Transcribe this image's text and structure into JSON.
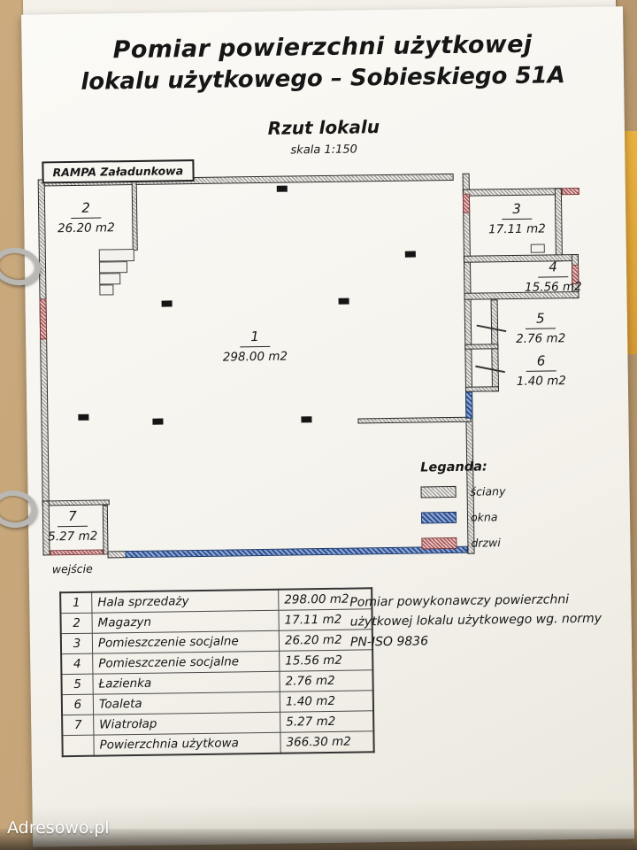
{
  "page": {
    "watermark": "Adresowo.pl"
  },
  "title": {
    "line1": "Pomiar powierzchni użytkowej",
    "line2": "lokalu użytkowego – Sobieskiego 51A"
  },
  "plan": {
    "heading": "Rzut lokalu",
    "scale": "skala 1:150",
    "ramp_label": "RAMPA Załadunkowa",
    "entrance_label": "wejście",
    "rooms": [
      {
        "num": "1",
        "area": "298.00 m2"
      },
      {
        "num": "2",
        "area": "26.20 m2"
      },
      {
        "num": "3",
        "area": "17.11 m2"
      },
      {
        "num": "4",
        "area": "15.56 m2"
      },
      {
        "num": "5",
        "area": "2.76 m2"
      },
      {
        "num": "6",
        "area": "1.40 m2"
      },
      {
        "num": "7",
        "area": "5.27 m2"
      }
    ]
  },
  "legend": {
    "title": "Leganda:",
    "items": [
      {
        "label": "ściany"
      },
      {
        "label": "okna"
      },
      {
        "label": "drzwi"
      }
    ]
  },
  "table": {
    "rows": [
      {
        "num": "1",
        "name": "Hala sprzedaży",
        "area": "298.00 m2"
      },
      {
        "num": "2",
        "name": "Magazyn",
        "area": "17.11 m2"
      },
      {
        "num": "3",
        "name": "Pomieszczenie socjalne",
        "area": "26.20 m2"
      },
      {
        "num": "4",
        "name": "Pomieszczenie socjalne",
        "area": "15.56 m2"
      },
      {
        "num": "5",
        "name": "Łazienka",
        "area": "2.76 m2"
      },
      {
        "num": "6",
        "name": "Toaleta",
        "area": "1.40 m2"
      },
      {
        "num": "7",
        "name": "Wiatrołap",
        "area": "5.27 m2"
      },
      {
        "num": "",
        "name": "Powierzchnia użytkowa",
        "area": "366.30 m2"
      }
    ]
  },
  "note": "Pomiar powykonawczy powierzchni użytkowej lokalu użytkowego wg. normy PN-ISO 9836",
  "colors": {
    "walls": "#8f8f8f",
    "windows": "#2f4f8f",
    "doors": "#a85555"
  }
}
